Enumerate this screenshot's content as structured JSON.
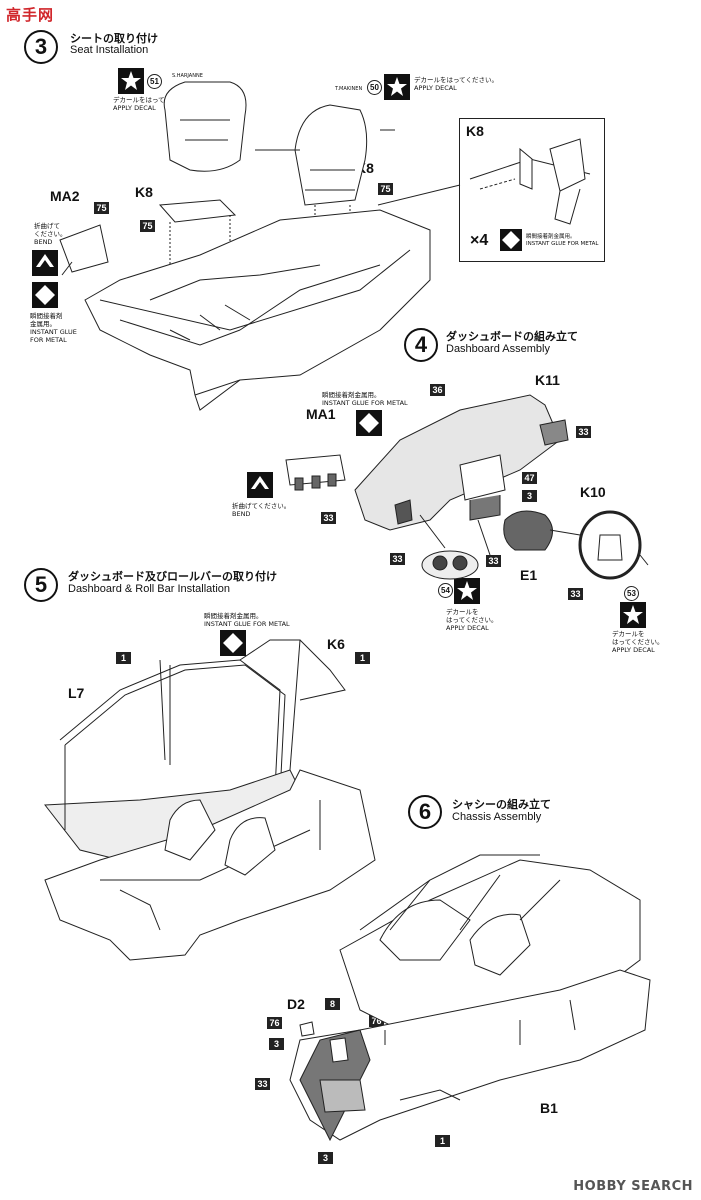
{
  "watermark": "高手网",
  "footer": {
    "brand": "HOBBY SEARCH"
  },
  "step3": {
    "num": "3",
    "jp": "シートの取り付け",
    "en": "Seat Installation"
  },
  "step4": {
    "num": "4",
    "jp": "ダッシュボードの組み立て",
    "en": "Dashboard Assembly"
  },
  "step5": {
    "num": "5",
    "jp": "ダッシュボード及びロールバーの取り付け",
    "en": "Dashboard & Roll Bar Installation"
  },
  "step6": {
    "num": "6",
    "jp": "シャシーの組み立て",
    "en": "Chassis Assembly"
  },
  "decal": {
    "jp": "デカールをはってください。",
    "en": "APPLY DECAL",
    "jp_a": "デカールを",
    "jp_b": "はってください。"
  },
  "glue": {
    "jp_a": "瞬間接着剤金属用。",
    "jp_b": "瞬間接着剤",
    "jp_c": "金属用。",
    "en_a": "INSTANT GLUE",
    "en_b": "FOR METAL",
    "en": "INSTANT GLUE FOR METAL"
  },
  "bend": {
    "jp_a": "折曲げて",
    "jp_b": "ください。",
    "en": "BEND",
    "jp_full": "折曲げてください。"
  },
  "seat_labels": {
    "left": "S.HARJANNE",
    "right": "T.MAKINEN"
  },
  "parts": {
    "K8": "K8",
    "MA2": "MA2",
    "K11": "K11",
    "MA1": "MA1",
    "K10": "K10",
    "E1": "E1",
    "K6": "K6",
    "L7": "L7",
    "D2": "D2",
    "B1": "B1"
  },
  "nums": {
    "n75": "75",
    "n51": "51",
    "n50": "50",
    "n36": "36",
    "n33": "33",
    "n47": "47",
    "n3": "3",
    "n54": "54",
    "n53": "53",
    "n1": "1",
    "n8": "8",
    "n76": "76"
  },
  "times4": "×4"
}
